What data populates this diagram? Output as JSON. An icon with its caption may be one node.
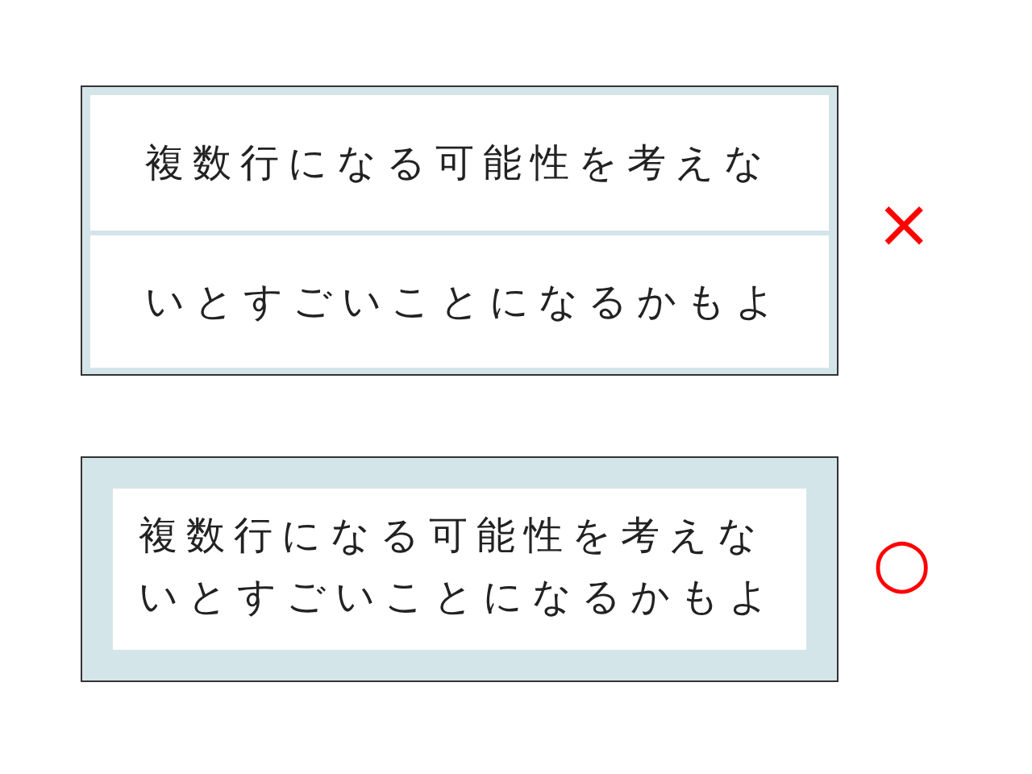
{
  "diagram": {
    "nodes": [
      {
        "text": [],
        "shape": "box"
      },
      {
        "text": [
          "複数行になる可能性を考えな"
        ],
        "in": 0
      },
      {
        "text": [
          "いとすごいことになるかもよ"
        ],
        "in": 0
      },
      {
        "text": [],
        "shape": "box"
      },
      {
        "text": [
          "複数行になる可能性を考えないとすごいことになるかもよ"
        ],
        "in": 3
      }
    ],
    "labels": [
      "×",
      "○"
    ]
  }
}
